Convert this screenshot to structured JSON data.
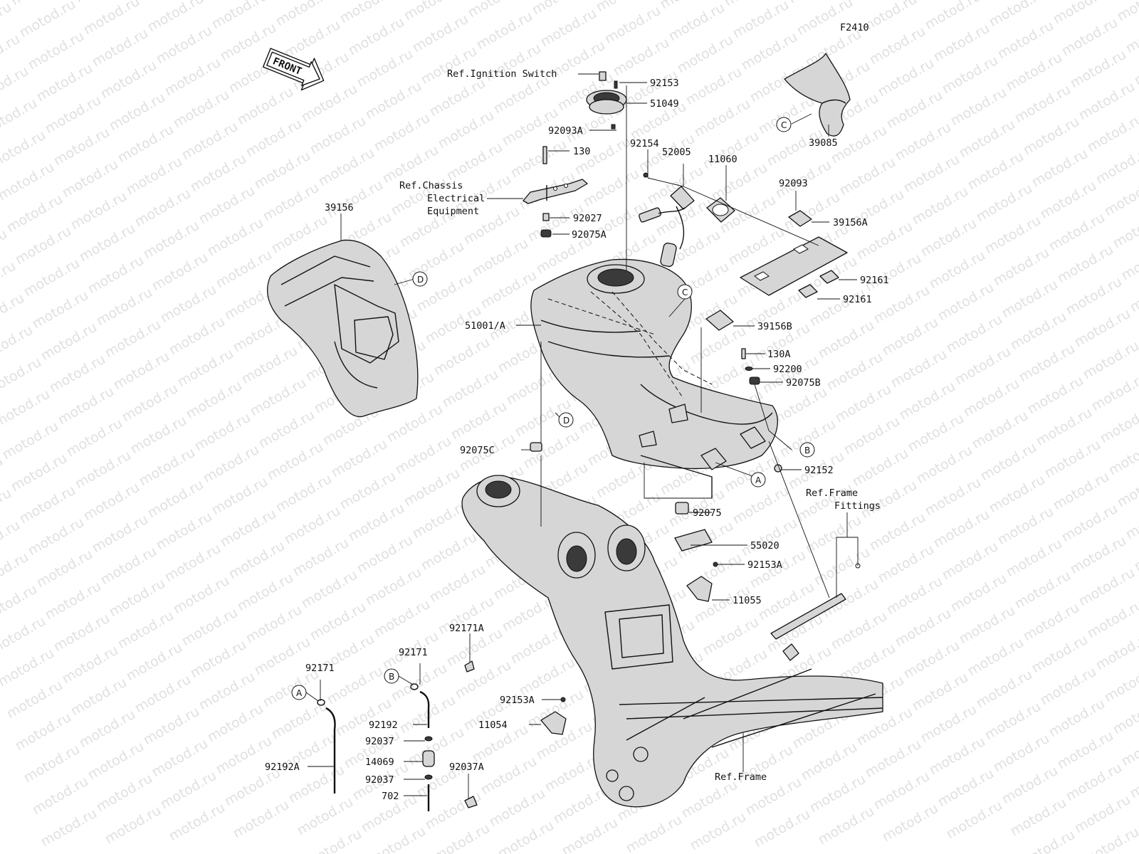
{
  "figure_code": "F2410",
  "front_label": "FRONT",
  "watermark": "motod.ru",
  "callouts": [
    "A",
    "B",
    "C",
    "D"
  ],
  "labels": {
    "ref_ignition": "Ref.Ignition Switch",
    "p92153": "92153",
    "p51049": "51049",
    "p92093A": "92093A",
    "p130": "130",
    "p92154": "92154",
    "p52005": "52005",
    "p11060": "11060",
    "p39085": "39085",
    "ref_chassis_1": "Ref.Chassis",
    "ref_chassis_2": "Electrical",
    "ref_chassis_3": "Equipment",
    "p92027": "92027",
    "p92075A": "92075A",
    "p39156": "39156",
    "p92093": "92093",
    "p39156A": "39156A",
    "p92161_a": "92161",
    "p92161_b": "92161",
    "p51001A": "51001/A",
    "p39156B": "39156B",
    "p130A": "130A",
    "p92200": "92200",
    "p92075B": "92075B",
    "p92075C": "92075C",
    "p92152": "92152",
    "ref_frame_fittings_1": "Ref.Frame",
    "ref_frame_fittings_2": "Fittings",
    "p92075": "92075",
    "p55020": "55020",
    "p92153A_a": "92153A",
    "p11055": "11055",
    "p92171A": "92171A",
    "p92171_a": "92171",
    "p92171_b": "92171",
    "p92153A_b": "92153A",
    "p11054": "11054",
    "p92192": "92192",
    "p92037_a": "92037",
    "p14069": "14069",
    "p92037_b": "92037",
    "p702": "702",
    "p92037A": "92037A",
    "p92192A": "92192A",
    "ref_frame": "Ref.Frame"
  }
}
